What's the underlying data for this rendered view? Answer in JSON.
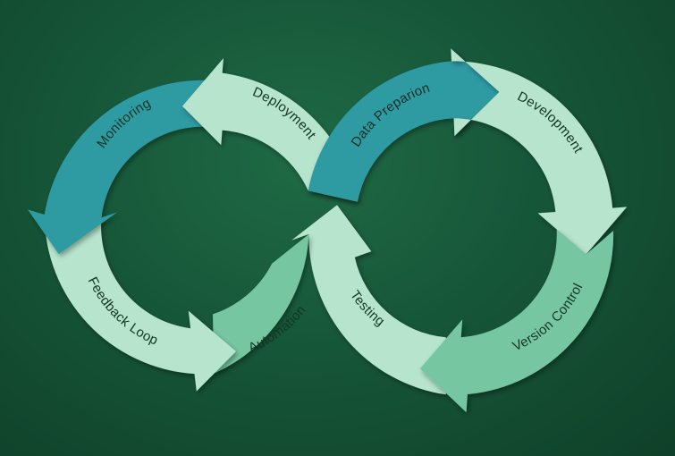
{
  "diagram": {
    "segments": [
      {
        "key": "monitoring",
        "label": "Monitoring",
        "color": "#2e9aa2"
      },
      {
        "key": "deployment",
        "label": "Deployment",
        "color": "#b6e4cd"
      },
      {
        "key": "data_prep",
        "label": "Data Preparion",
        "color": "#2e9aa2"
      },
      {
        "key": "development",
        "label": "Development",
        "color": "#b6e4cd"
      },
      {
        "key": "version_control",
        "label": "Version Control",
        "color": "#76c7a1"
      },
      {
        "key": "testing",
        "label": "Testing",
        "color": "#b6e4cd"
      },
      {
        "key": "automation",
        "label": "Automation",
        "color": "#76c7a1"
      },
      {
        "key": "feedback_loop",
        "label": "Feedback Loop",
        "color": "#b6e4cd"
      }
    ],
    "colors": {
      "background": "#165638",
      "teal": "#2e9aa2",
      "light_mint": "#b6e4cd",
      "mid_mint": "#76c7a1",
      "text": "#133524"
    }
  }
}
